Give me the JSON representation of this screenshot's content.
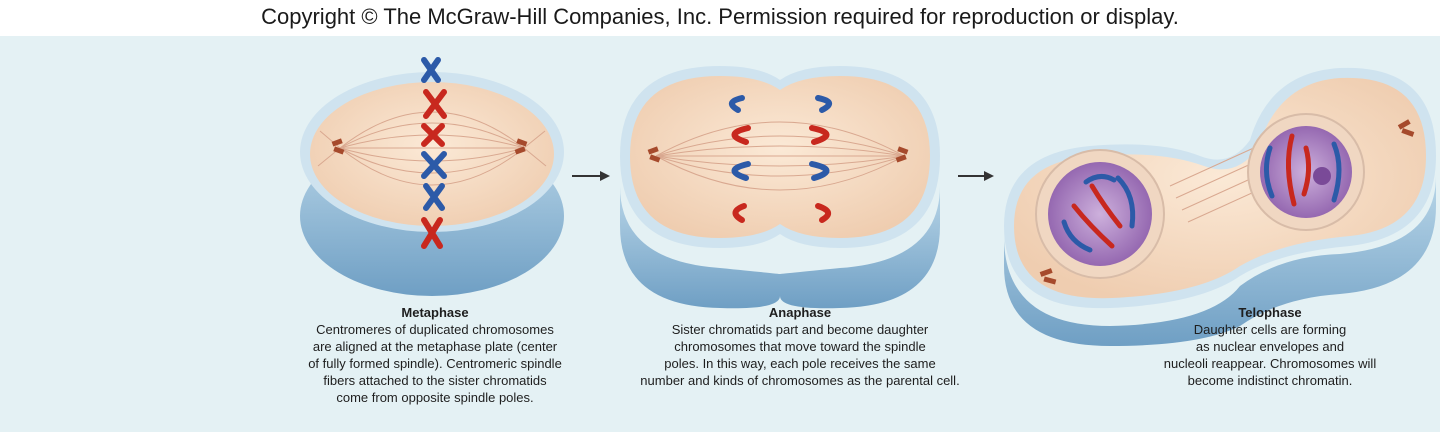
{
  "header": {
    "copyright": "Copyright © The McGraw-Hill Companies, Inc. Permission required for reproduction or display."
  },
  "stages": [
    {
      "title": "Metaphase",
      "text": "Centromeres of duplicated chromosomes\nare aligned at the metaphase plate (center\nof fully formed spindle). Centromeric spindle\nfibers attached to the sister chromatids\ncome from opposite spindle poles."
    },
    {
      "title": "Anaphase",
      "text": "Sister chromatids part and become daughter\nchromosomes that move toward the spindle\npoles. In this way, each pole receives the same\nnumber and kinds of chromosomes as the parental cell."
    },
    {
      "title": "Telophase",
      "text": "Daughter cells are forming\nas nuclear envelopes and\nnucleoli reappear. Chromosomes will\nbecome indistinct chromatin."
    }
  ],
  "colors": {
    "background": "#e4f1f4",
    "cytoplasm": "#f4dcc4",
    "membrane": "#9cc2dc",
    "chromosome_red": "#c8281e",
    "chromosome_blue": "#2c5aa8",
    "nucleus": "#9a6cb4"
  },
  "icons": [
    "arrow-right-icon",
    "arrow-right-icon"
  ]
}
